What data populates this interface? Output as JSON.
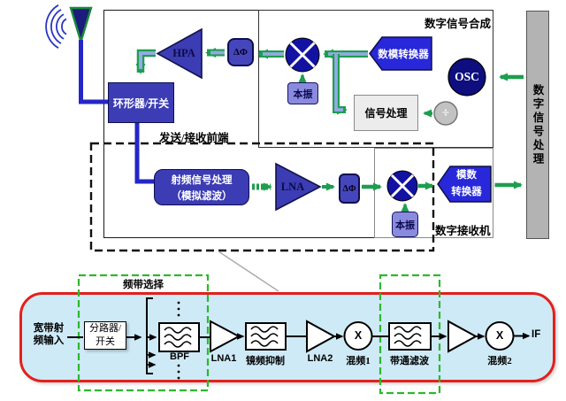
{
  "colors": {
    "accent_green": "#1d9e4f",
    "arrow_core_blue": "#94aae2",
    "component_blue": "#3c3cb4",
    "converter_blue": "#2828da",
    "mixer_navy": "#1212a2",
    "osc_navy": "#0e0e7e",
    "lo_fill": "#8a8ade",
    "gray_bar": "#b3b3b3",
    "bottom_fill": "#cfeaf7",
    "bottom_border_red": "#e3201b",
    "band_dashed_green": "#2db82d"
  },
  "top": {
    "synth_box_label": "数字信号合成",
    "frontend_label": "发送/接收前端",
    "receiver_label": "数字接收机",
    "dsp_bar_label": "数字信号处理",
    "hpa_label": "HPA",
    "delta_phi_label": "ΔΦ",
    "circulator_label": "环形器/开关",
    "dac_label": "数模转换器",
    "lo_label": "本振",
    "osc_label": "OSC",
    "divider_symbol": "÷",
    "signal_processing_label": "信号处理",
    "rf_processing_line1": "射频信号处理",
    "rf_processing_line2": "（模拟滤波）",
    "lna_label": "LNA",
    "adc_line1": "模数",
    "adc_line2": "转换器"
  },
  "bottom": {
    "band_select_label": "频带选择",
    "wideband_input_line1": "宽带射",
    "wideband_input_line2": "频输入",
    "splitter_line1": "分路器/",
    "splitter_line2": "开关",
    "bpf_label": "BPF",
    "lna1_label": "LNA1",
    "image_reject_label": "镜频抑制",
    "lna2_label": "LNA2",
    "mixer1_label": "混频1",
    "bandpass_label": "带通滤波",
    "mixer2_label": "混频2",
    "if_label": "IF",
    "mixer_symbol": "X"
  }
}
